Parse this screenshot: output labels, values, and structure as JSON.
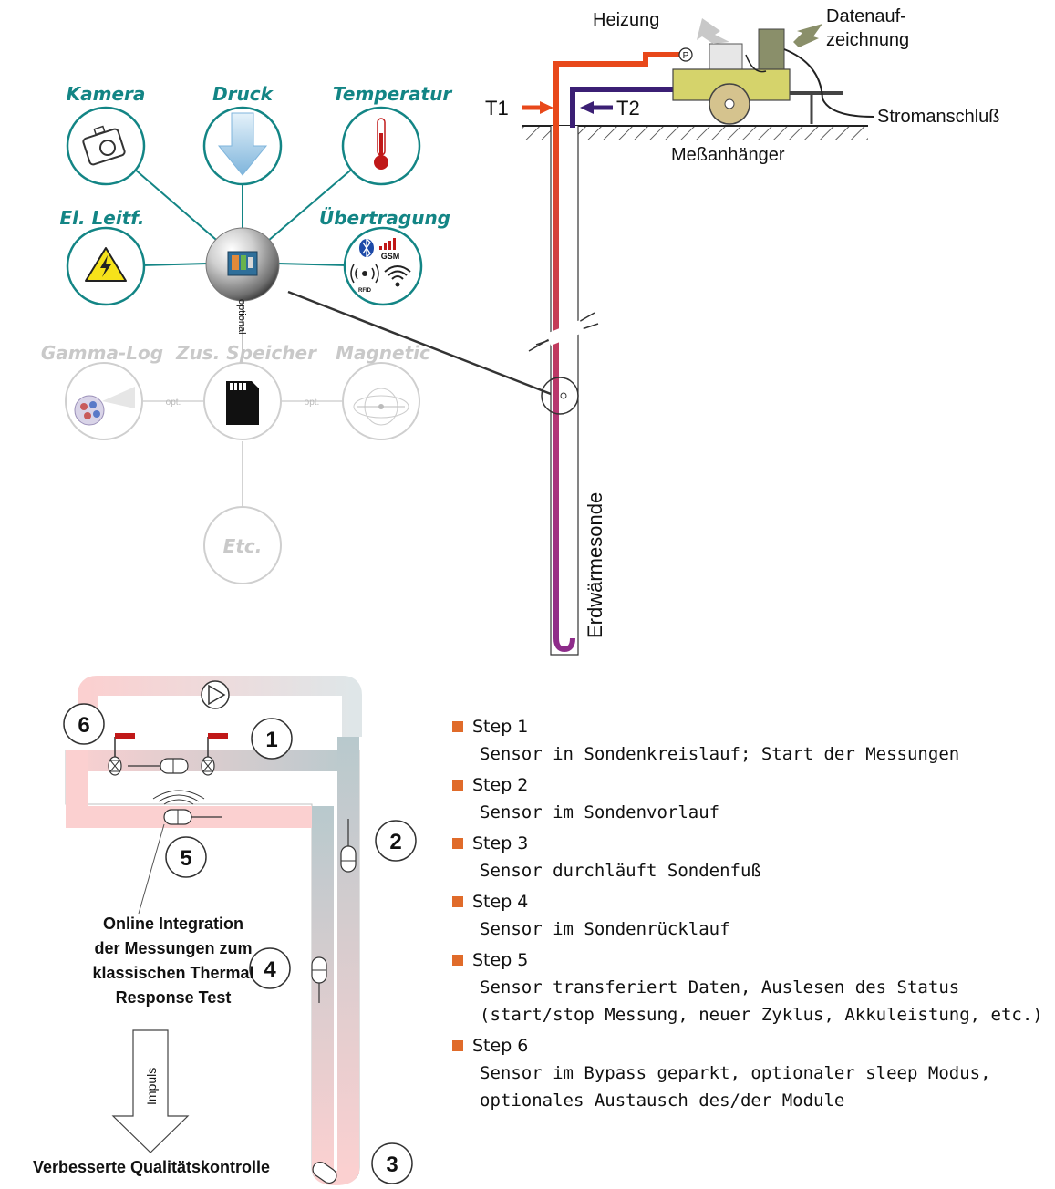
{
  "top_diagram": {
    "heizung": "Heizung",
    "datenaufzeichnung_line1": "Datenauf-",
    "datenaufzeichnung_line2": "zeichnung",
    "t1": "T1",
    "t2": "T2",
    "stromanschluss": "Stromanschluß",
    "messanhaenger": "Meßanhänger",
    "erdwaermesonde": "Erdwärmesonde",
    "pump_symbol": "P",
    "colors": {
      "supply": "#e8481a",
      "return": "#3b1f74",
      "trailer": "#d5d36b"
    }
  },
  "modules": {
    "kamera": "Kamera",
    "druck": "Druck",
    "temperatur": "Temperatur",
    "el_leitf": "El. Leitf.",
    "uebertragung": "Übertragung",
    "optional": "optional",
    "gamma_log": "Gamma-Log",
    "zus_speicher": "Zus. Speicher",
    "magnetic": "Magnetic",
    "opt": "opt.",
    "etc": "Etc.",
    "gsm": "GSM",
    "rfid": "RFID",
    "accent_color": "#138585"
  },
  "loop_diagram": {
    "markers": [
      "1",
      "2",
      "3",
      "4",
      "5",
      "6"
    ],
    "integration_text": "Online Integration\nder Messungen zum\nklassischen Thermal\nResponse Test",
    "impuls": "Impuls",
    "quality": "Verbesserte Qualitätskontrolle"
  },
  "steps": [
    {
      "title": "Step 1",
      "desc": "Sensor in Sondenkreislauf; Start der Messungen"
    },
    {
      "title": "Step 2",
      "desc": "Sensor im Sondenvorlauf"
    },
    {
      "title": "Step 3",
      "desc": "Sensor durchläuft Sondenfuß"
    },
    {
      "title": "Step 4",
      "desc": "Sensor im Sondenrücklauf"
    },
    {
      "title": "Step 5",
      "desc": "Sensor transferiert Daten, Auslesen des Status\n(start/stop Messung, neuer Zyklus, Akkuleistung, etc.)"
    },
    {
      "title": "Step 6",
      "desc": "Sensor im Bypass geparkt, optionaler sleep Modus,\noptionales Austausch des/der Module"
    }
  ]
}
